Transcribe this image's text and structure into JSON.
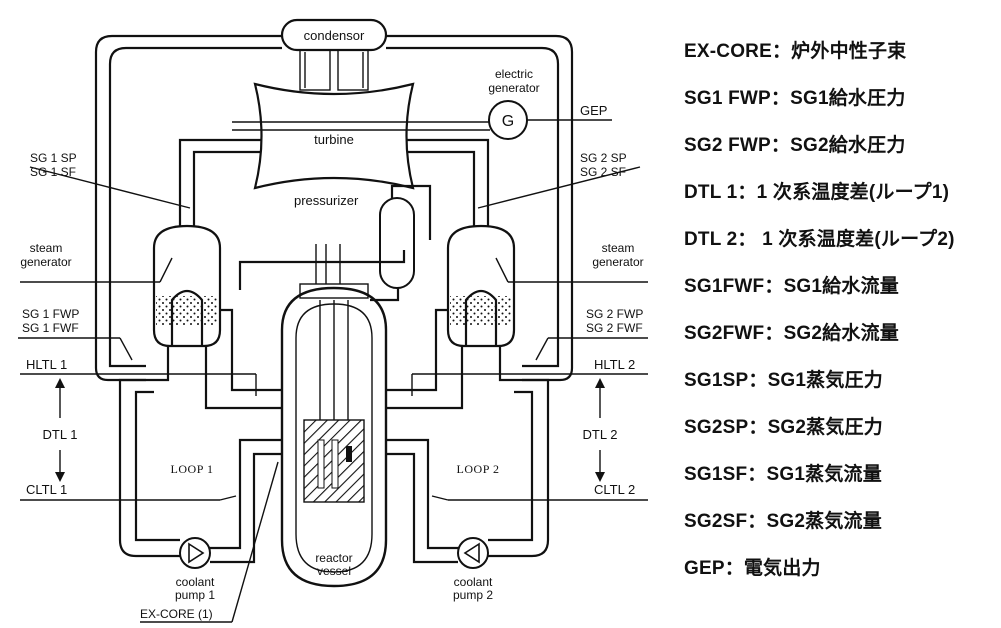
{
  "diagram": {
    "components": {
      "condensor": "condensor",
      "turbine": "turbine",
      "generator_line1": "electric",
      "generator_line2": "generator",
      "generator_symbol": "G",
      "pressurizer": "pressurizer",
      "sg_left_line1": "steam",
      "sg_left_line2": "generator",
      "sg_right_line1": "steam",
      "sg_right_line2": "generator",
      "loop1": "LOOP 1",
      "loop2": "LOOP 2",
      "pump1_line1": "coolant",
      "pump1_line2": "pump 1",
      "pump2_line1": "coolant",
      "pump2_line2": "pump 2",
      "vessel_line1": "reactor",
      "vessel_line2": "vessel"
    },
    "signals": {
      "gep": "GEP",
      "sg1_sp": "SG 1 SP",
      "sg1_sf": "SG 1 SF",
      "sg2_sp": "SG 2 SP",
      "sg2_sf": "SG 2 SF",
      "sg1_fwp": "SG 1 FWP",
      "sg1_fwf": "SG 1 FWF",
      "sg2_fwp": "SG 2 FWP",
      "sg2_fwf": "SG 2 FWF",
      "hltl1": "HLTL 1",
      "hltl2": "HLTL 2",
      "dtl1": "DTL 1",
      "dtl2": "DTL 2",
      "cltl1": "CLTL 1",
      "cltl2": "CLTL 2",
      "excore": "EX-CORE (1)"
    }
  },
  "legend": [
    "EX-CORE：炉外中性子束",
    "SG1 FWP：SG1給水圧力",
    "SG2 FWP：SG2給水圧力",
    "DTL 1：1 次系温度差(ループ1)",
    "DTL 2： 1 次系温度差(ループ2)",
    "SG1FWF：SG1給水流量",
    "SG2FWF：SG2給水流量",
    "SG1SP：SG1蒸気圧力",
    "SG2SP：SG2蒸気圧力",
    "SG1SF：SG1蒸気流量",
    "SG2SF：SG2蒸気流量",
    "GEP：電気出力"
  ]
}
